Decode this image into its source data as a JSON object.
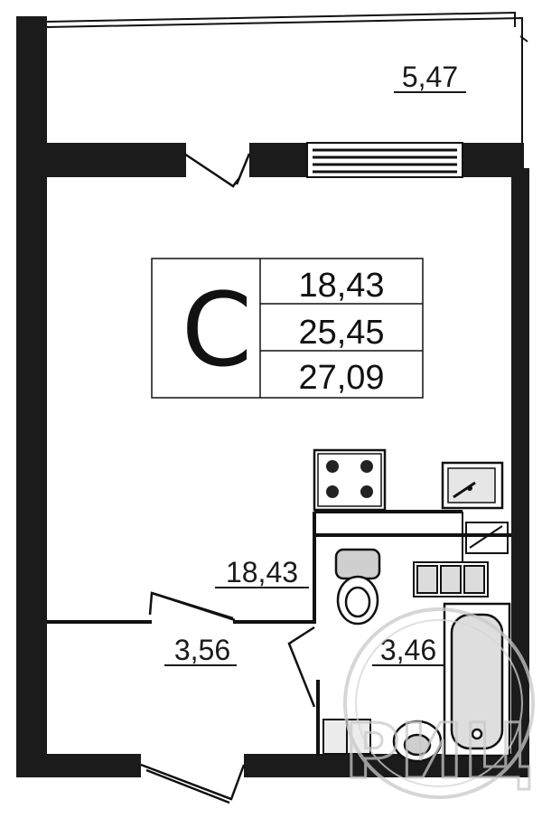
{
  "legend": {
    "type_letter": "С",
    "values": [
      "18,43",
      "25,45",
      "27,09"
    ]
  },
  "rooms": {
    "balcony_area": "5,47",
    "living_area": "18,43",
    "hall_area": "3,56",
    "bathroom_area": "3,46"
  },
  "watermark": {
    "text": "РИЦ",
    "icon": "watermark-seal-icon"
  },
  "colors": {
    "wall": "#1b1b1b",
    "line": "#111111",
    "background": "#ffffff",
    "watermark": "#c9c9c9"
  }
}
